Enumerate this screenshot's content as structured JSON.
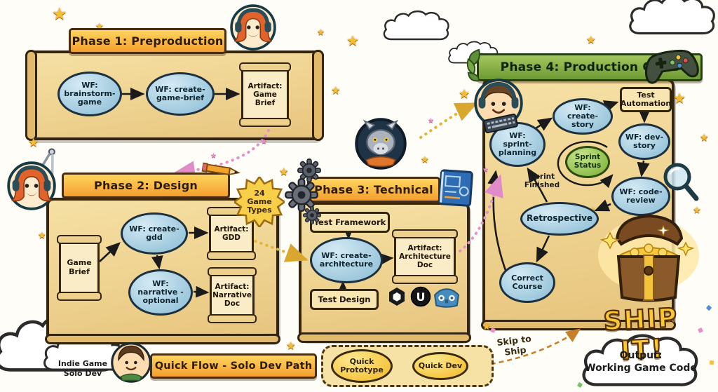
{
  "phase1": {
    "title": "Phase 1: Preproduction",
    "wf_brainstorm": "WF: brainstorm-game",
    "wf_create_brief": "WF: create-game-brief",
    "artifact_game_brief": "Artifact: Game Brief"
  },
  "phase2": {
    "title": "Phase 2: Design",
    "badge": "24 Game Types",
    "input_game_brief": "Game Brief",
    "wf_create_gdd": "WF: create-gdd",
    "artifact_gdd": "Artifact: GDD",
    "wf_narrative": "WF: narrative - optional",
    "artifact_narrative": "Artifact: Narrative Doc"
  },
  "phase3": {
    "title": "Phase 3: Technical",
    "test_framework": "Test Framework",
    "wf_create_architecture": "WF: create-architecture",
    "artifact_architecture": "Artifact: Architecture Doc",
    "test_design": "Test Design",
    "unreal_letter": "U"
  },
  "phase4": {
    "title": "Phase 4: Production Cycle",
    "wf_create_story": "WF: create-story",
    "test_automation": "Test Automation",
    "wf_sprint_planning": "WF: sprint-planning",
    "wf_dev_story": "WF: dev-story",
    "sprint_status": "Sprint Status",
    "wf_code_review": "WF: code-review",
    "sprint_finished": "Sprint Finished",
    "retrospective": "Retrospective",
    "correct_course": "Correct Course",
    "ship_it": "SHIP IT!",
    "output": "Output:\nWorking Game Code"
  },
  "quick_flow": {
    "solo_dev": "Indie Game\nSolo Dev",
    "title": "Quick Flow - Solo Dev Path",
    "quick_prototype": "Quick Prototype",
    "quick_dev": "Quick Dev",
    "skip_to_ship": "Skip to Ship"
  }
}
